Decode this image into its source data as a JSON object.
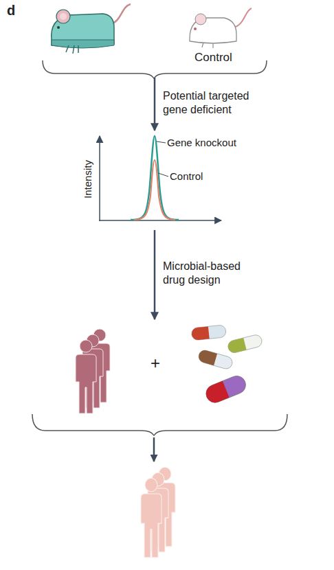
{
  "diagram": {
    "nodes": [
      {
        "text": [
          "Control"
        ]
      },
      {
        "text": [
          "Intensity",
          "Gene knockout",
          "Control"
        ]
      },
      {
        "text": [
          "+"
        ]
      }
    ],
    "edges": [
      {
        "from": 0,
        "to": 1,
        "arrow": "to",
        "label": "Potential targeted gene deficient"
      },
      {
        "from": 1,
        "to": 2,
        "arrow": "to",
        "label": "Microbial-based drug design"
      }
    ],
    "labels": [
      "d"
    ]
  }
}
